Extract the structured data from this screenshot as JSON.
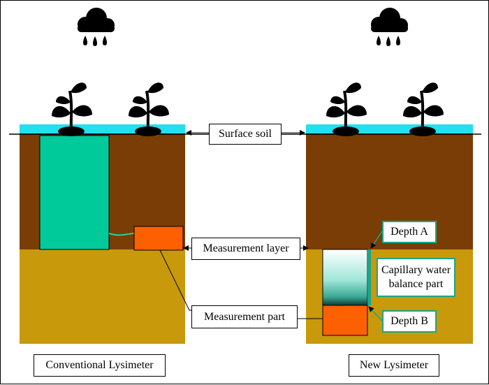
{
  "labels": {
    "surface_soil": "Surface soil",
    "measurement_layer": "Measurement layer",
    "measurement_part": "Measurement part",
    "depth_a": "Depth A",
    "capillary_line1": "Capillary water",
    "capillary_line2": "balance part",
    "depth_b": "Depth B",
    "conventional": "Conventional Lysimeter",
    "new": "New Lysimeter"
  },
  "colors": {
    "surface": "#22e0ee",
    "upper_soil": "#7a3d05",
    "lower_soil": "#c8990a",
    "lysimeter_body": "#00c99a",
    "measurement": "#fc6000",
    "label_border_teal": "#1aa58a",
    "icon": "#000000"
  },
  "icons": [
    "rain-cloud-icon",
    "plant-icon"
  ]
}
